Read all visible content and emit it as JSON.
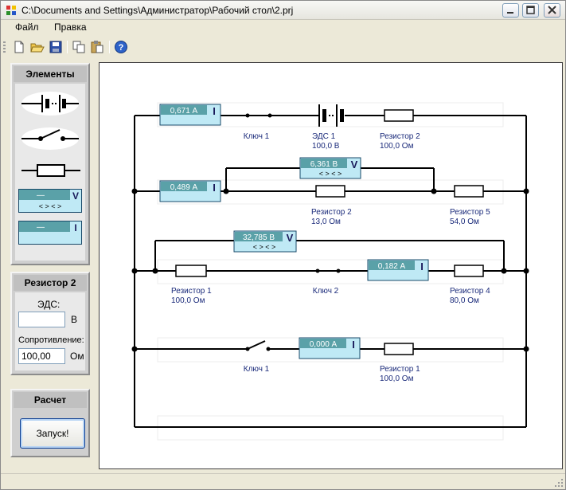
{
  "window": {
    "title": "C:\\Documents and Settings\\Администратор\\Рабочий стол\\2.prj"
  },
  "menu": {
    "file": "Файл",
    "edit": "Правка"
  },
  "toolbar": {
    "icons": [
      "new-document-icon",
      "open-folder-icon",
      "save-icon",
      "copy-icon",
      "paste-icon",
      "help-icon"
    ]
  },
  "elements_panel": {
    "title": "Элементы",
    "items": [
      "battery-element-icon",
      "switch-element-icon",
      "resistor-element-icon",
      "voltmeter-element-icon",
      "ammeter-element-icon"
    ],
    "meter_placeholder": "—"
  },
  "properties_panel": {
    "title": "Резистор 2",
    "emf_label": "ЭДС:",
    "emf_value": "",
    "emf_unit": "В",
    "resistance_label": "Сопротивление:",
    "resistance_value": "100,00",
    "resistance_unit": "Ом"
  },
  "calc_panel": {
    "title": "Расчет",
    "run_label": "Запуск!"
  },
  "circuit": {
    "row1": {
      "ammeter_value": "0,671 А",
      "switch_label": "Ключ 1",
      "emf_label": "ЭДС 1",
      "emf_value": "100,0 В",
      "resistor_label": "Резистор 2",
      "resistor_value": "100,0 Ом"
    },
    "row2": {
      "ammeter_value": "0,489 А",
      "voltmeter_value": "6,361 В",
      "resistor_a_label": "Резистор 2",
      "resistor_a_value": "13,0 Ом",
      "resistor_b_label": "Резистор 5",
      "resistor_b_value": "54,0 Ом"
    },
    "row3": {
      "voltmeter_value": "32,785 В",
      "ammeter_value": "0,182 А",
      "resistor_a_label": "Резистор 1",
      "resistor_a_value": "100,0 Ом",
      "switch_label": "Ключ 2",
      "resistor_b_label": "Резистор 4",
      "resistor_b_value": "80,0 Ом"
    },
    "row4": {
      "ammeter_value": "0,000 А",
      "switch_label": "Ключ 1",
      "resistor_label": "Резистор 1",
      "resistor_value": "100,0 Ом"
    },
    "ammeter_symbol": "I",
    "voltmeter_symbol": "V",
    "meter_arrows": "< > < >"
  }
}
